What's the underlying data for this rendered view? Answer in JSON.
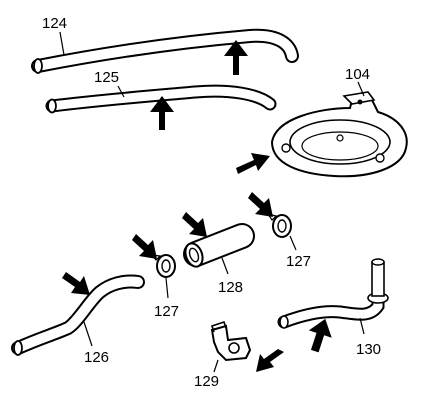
{
  "diagram": {
    "labels": {
      "l124": "124",
      "l125": "125",
      "l104": "104",
      "l127a": "127",
      "l127b": "127",
      "l128": "128",
      "l126": "126",
      "l129": "129",
      "l130": "130"
    }
  }
}
